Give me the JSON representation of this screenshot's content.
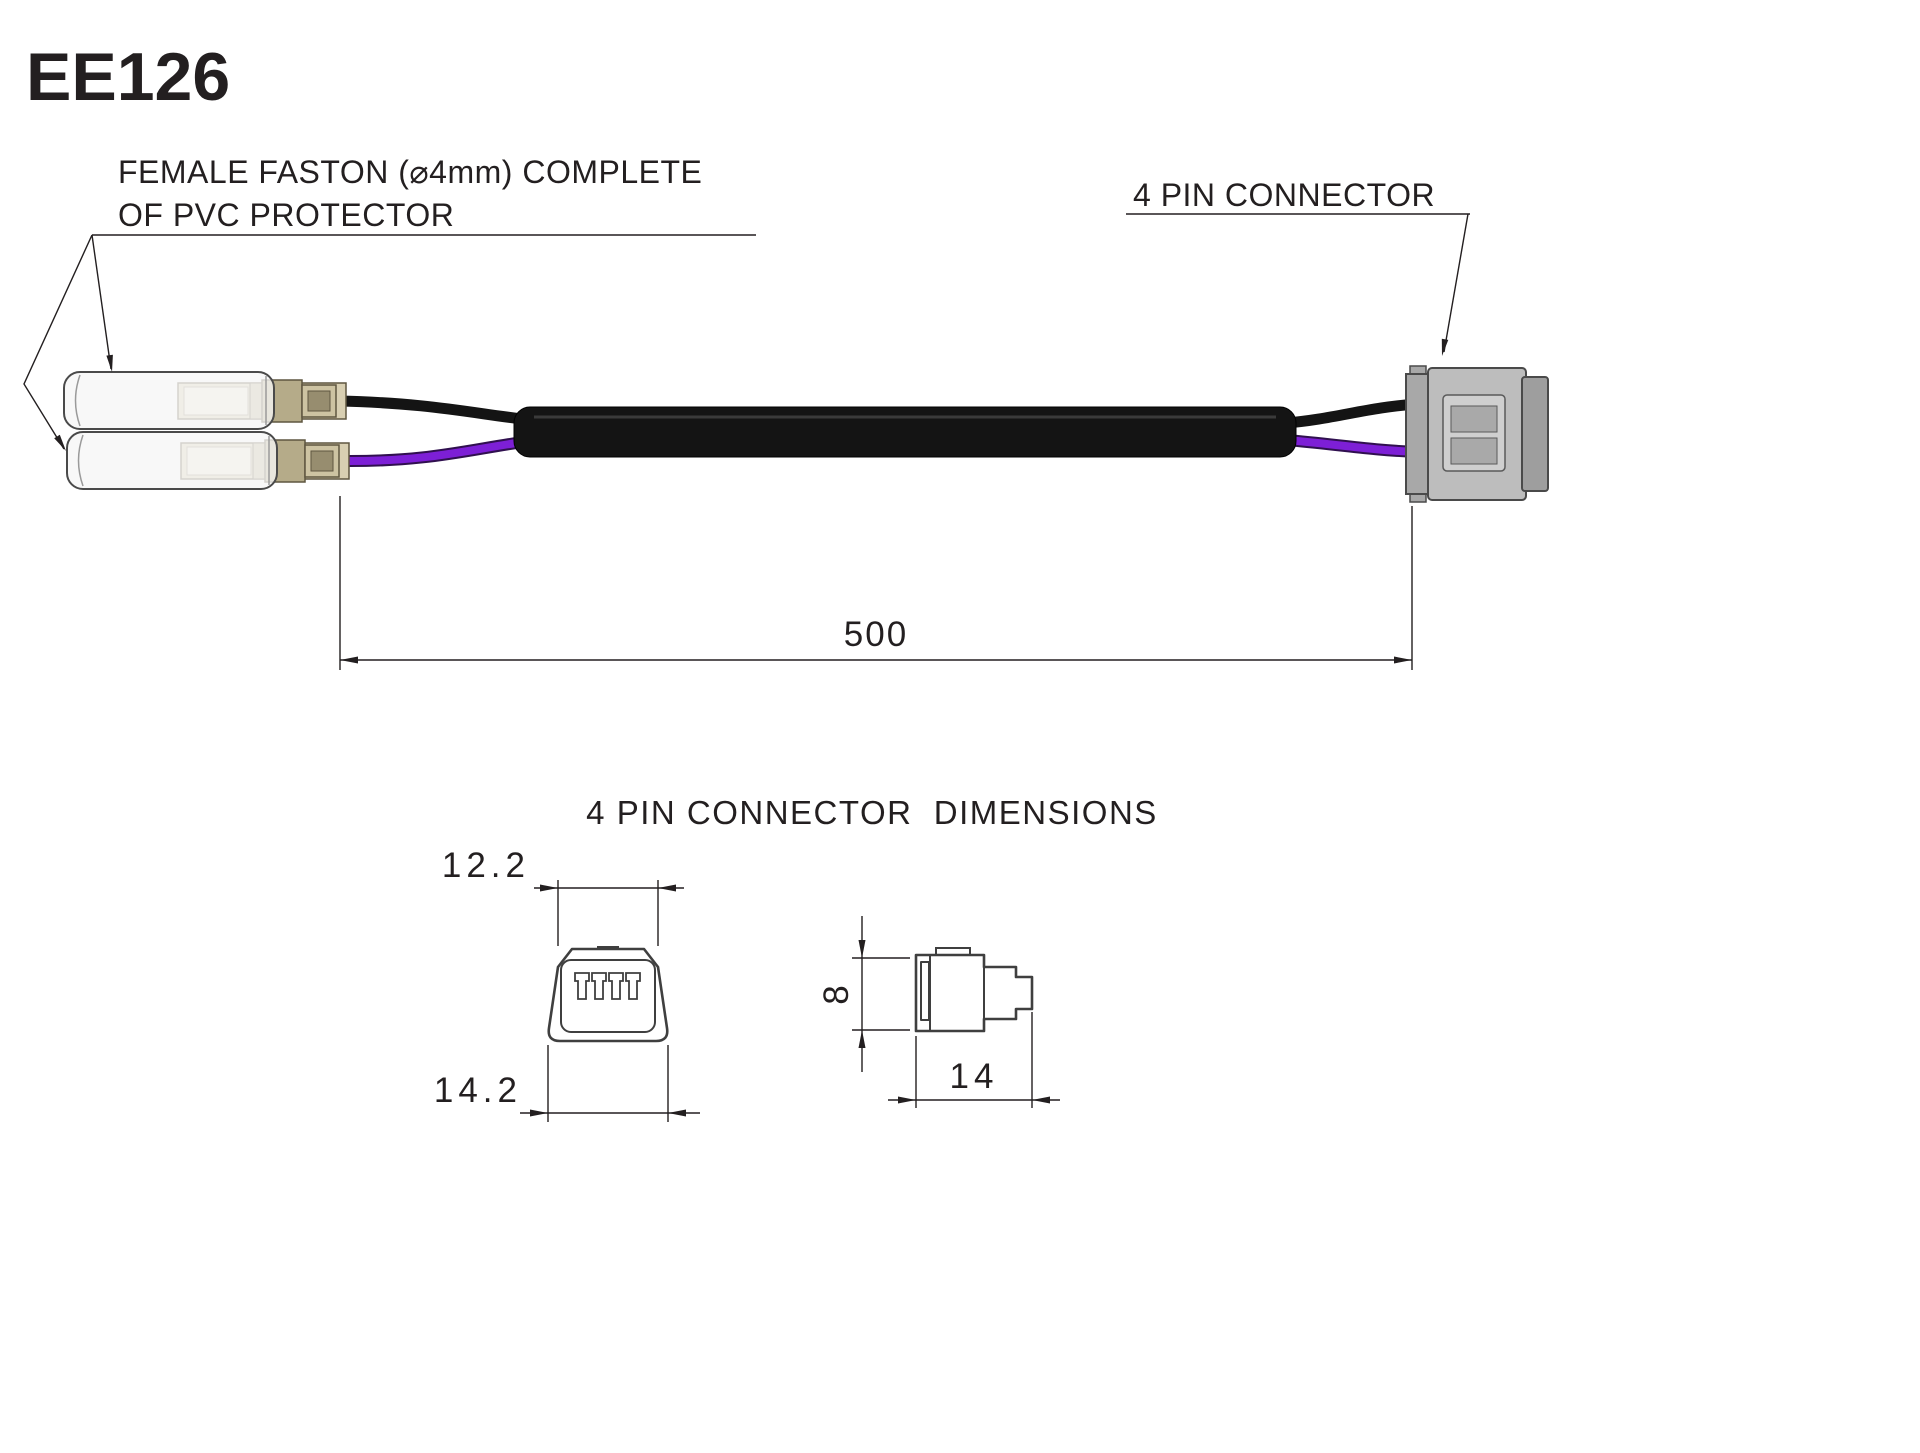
{
  "title": "EE126",
  "callouts": {
    "faston_label_line1": "FEMALE FASTON (⌀4mm) COMPLETE",
    "faston_label_line2": "OF PVC PROTECTOR",
    "connector_label": "4 PIN CONNECTOR"
  },
  "section_title": "4 PIN CONNECTOR  DIMENSIONS",
  "dimensions": {
    "cable_length_mm": "500",
    "connector_top_width_mm": "12.2",
    "connector_bottom_width_mm": "14.2",
    "connector_height_mm": "8",
    "connector_depth_mm": "14"
  },
  "colors": {
    "line": "#231f20",
    "wire_black": "#141414",
    "wire_purple": "#7d1fd6",
    "connector_gray": "#bdbdbd",
    "terminal_brass": "#d8cfb2"
  }
}
